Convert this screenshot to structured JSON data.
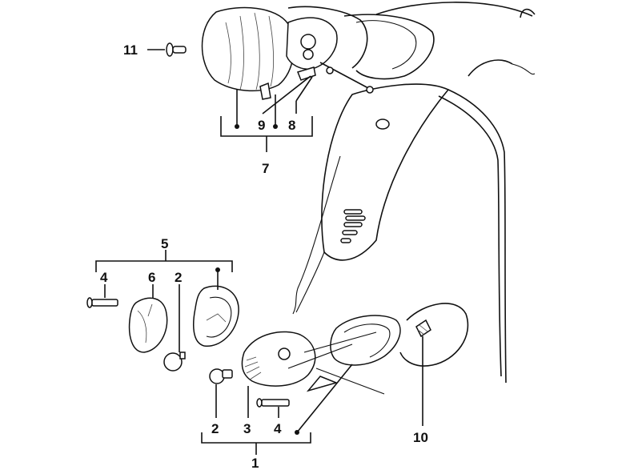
{
  "callouts": {
    "c1": "1",
    "c2a": "2",
    "c2b": "2",
    "c3": "3",
    "c4a": "4",
    "c4b": "4",
    "c5": "5",
    "c6": "6",
    "c7": "7",
    "c8": "8",
    "c9": "9",
    "c10": "10",
    "c11": "11"
  }
}
